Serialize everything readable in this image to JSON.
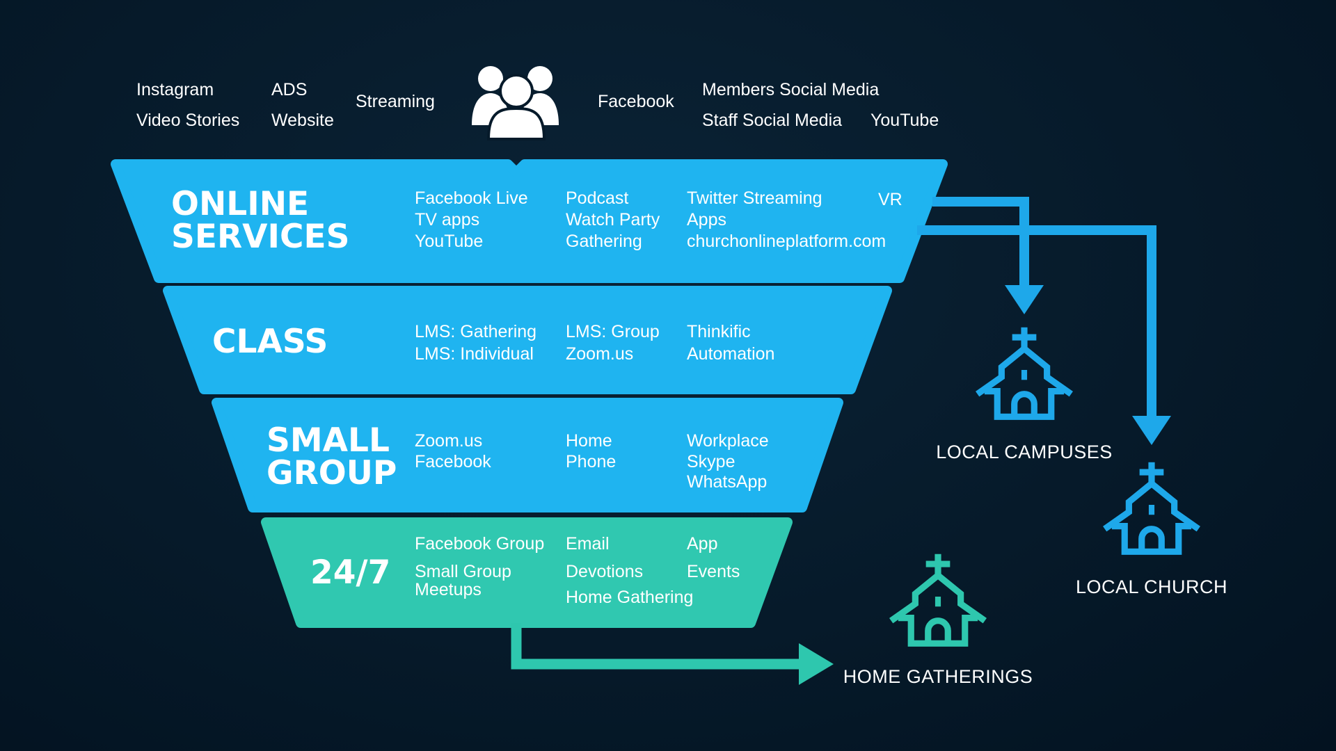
{
  "colors": {
    "background": "#061a2a",
    "funnel_blue": "#1fb4f0",
    "funnel_teal": "#30c8b0",
    "arrow_blue": "#1ea8ea",
    "arrow_teal": "#2ec7ae",
    "text": "#ffffff"
  },
  "top_channels": {
    "instagram": "Instagram",
    "video_stories": "Video Stories",
    "ads": "ADS",
    "website": "Website",
    "streaming": "Streaming",
    "people_icon": "people-group-icon",
    "facebook": "Facebook",
    "members_social_media": "Members Social Media",
    "staff_social_media": "Staff Social Media",
    "youtube": "YouTube"
  },
  "funnel": {
    "online": {
      "title_line1": "ONLINE",
      "title_line2": "SERVICES",
      "col1": [
        "Facebook Live",
        "TV apps",
        "YouTube"
      ],
      "col2": [
        "Podcast",
        "Watch Party",
        "Gathering"
      ],
      "col3": [
        "Twitter Streaming",
        "Apps",
        "churchonlineplatform.com"
      ],
      "col4": "VR"
    },
    "class": {
      "title": "CLASS",
      "col1": [
        "LMS: Gathering",
        "LMS: Individual"
      ],
      "col2": [
        "LMS: Group",
        "Zoom.us"
      ],
      "col3": [
        "Thinkific",
        "Automation"
      ]
    },
    "small_group": {
      "title_line1": "SMALL",
      "title_line2": "GROUP",
      "col1": [
        "Zoom.us",
        "Facebook"
      ],
      "col2": [
        "Home",
        "Phone"
      ],
      "col3": [
        "Workplace",
        "Skype",
        "WhatsApp"
      ]
    },
    "always": {
      "title": "24/7",
      "col1": [
        "Facebook Group",
        "Small Group",
        "Meetups"
      ],
      "col2": [
        "Email",
        "Devotions",
        "Home Gathering"
      ],
      "col3": [
        "App",
        "Events"
      ]
    }
  },
  "destinations": {
    "local_campuses": "LOCAL CAMPUSES",
    "local_church": "LOCAL CHURCH",
    "home_gatherings": "HOME GATHERINGS",
    "icon": "church-icon"
  }
}
